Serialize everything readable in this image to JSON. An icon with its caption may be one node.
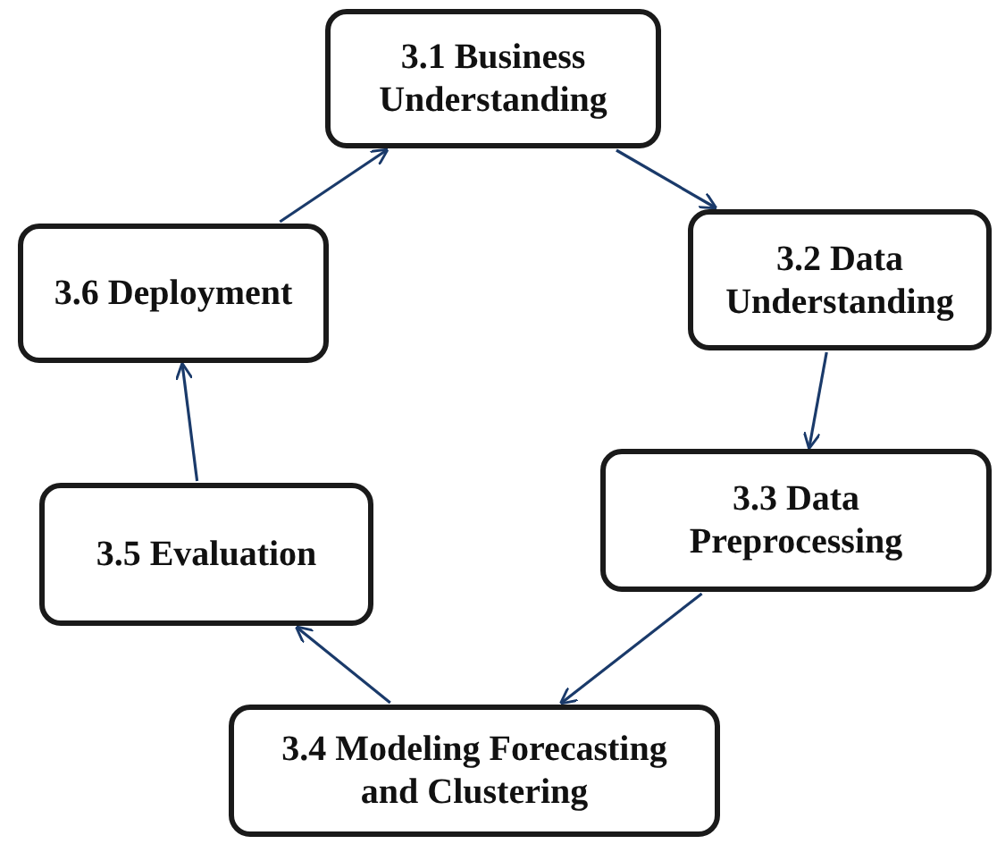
{
  "diagram": {
    "nodes": [
      {
        "text": [
          "3.1 Business Understanding"
        ]
      },
      {
        "text": [
          "3.2 Data Understanding"
        ]
      },
      {
        "text": [
          "3.3 Data Preprocessing"
        ]
      },
      {
        "text": [
          "3.4 Modeling Forecasting and Clustering"
        ]
      },
      {
        "text": [
          "3.5 Evaluation"
        ]
      },
      {
        "text": [
          "3.6 Deployment"
        ]
      }
    ],
    "edges": [
      {
        "from": 0,
        "to": 1,
        "arrow": "to"
      },
      {
        "from": 1,
        "to": 2,
        "arrow": "to"
      },
      {
        "from": 2,
        "to": 3,
        "arrow": "to"
      },
      {
        "from": 3,
        "to": 4,
        "arrow": "to"
      },
      {
        "from": 4,
        "to": 5,
        "arrow": "to"
      },
      {
        "from": 5,
        "to": 0,
        "arrow": "to"
      }
    ]
  }
}
